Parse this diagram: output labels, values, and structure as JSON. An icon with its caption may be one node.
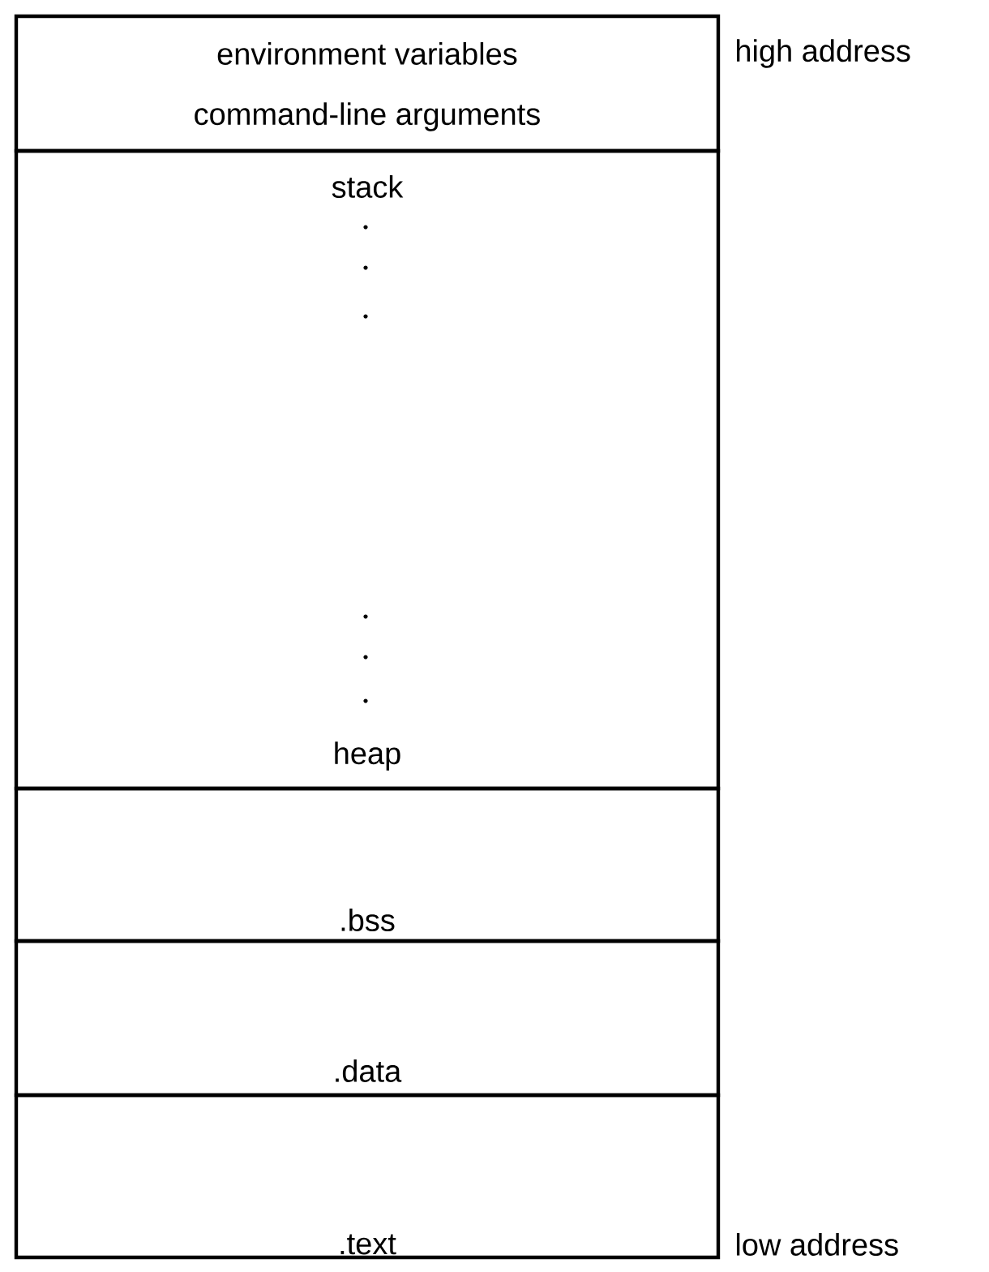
{
  "diagram": {
    "nodes": [
      {
        "text": [
          "environment variables",
          "command-line arguments"
        ],
        "beside": [
          "high address"
        ]
      },
      {
        "text": [
          "stack",
          "heap"
        ]
      },
      {
        "text": [
          ".bss"
        ]
      },
      {
        "text": [
          ".data"
        ]
      },
      {
        "text": [
          ".text"
        ],
        "beside": [
          "low address"
        ]
      }
    ]
  }
}
